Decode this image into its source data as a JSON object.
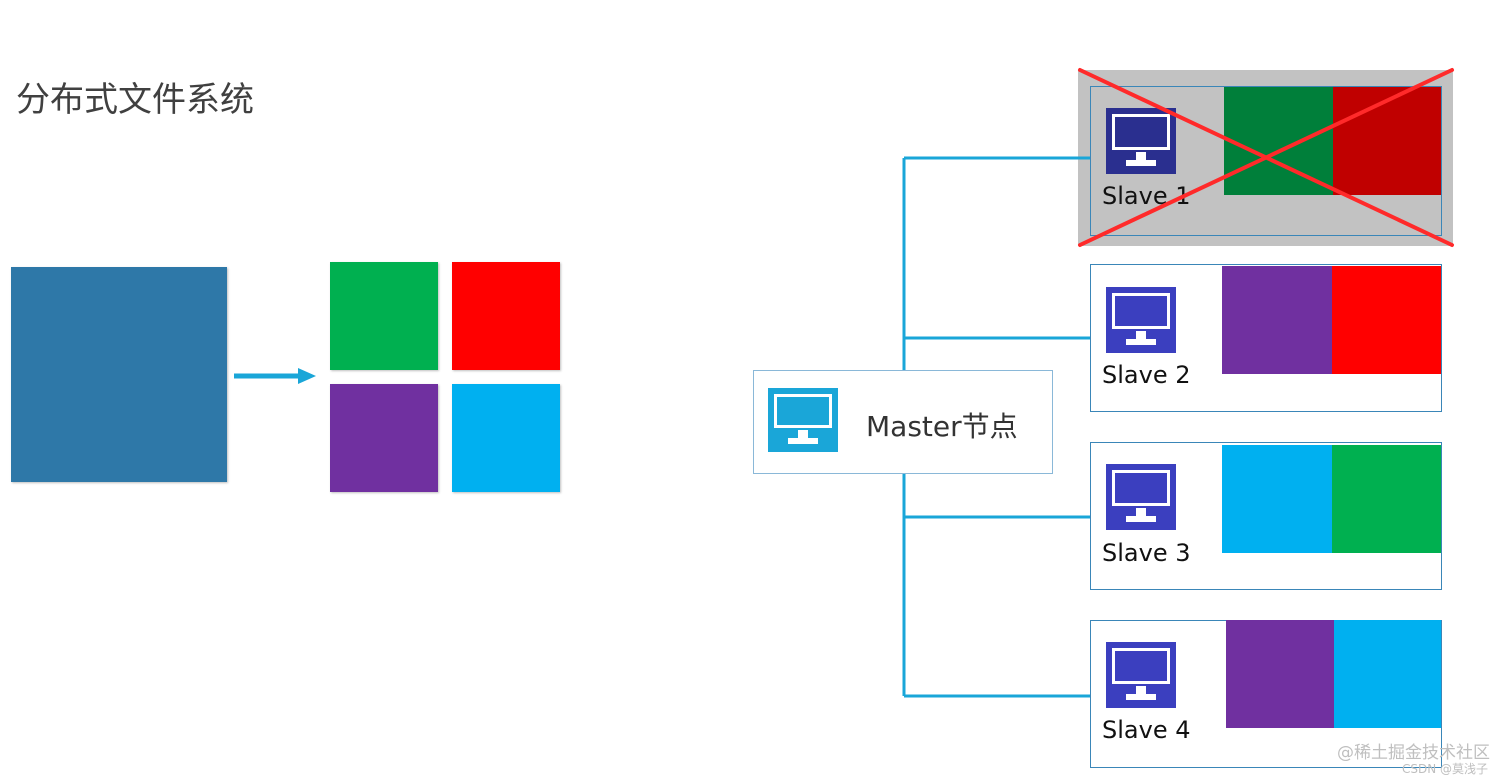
{
  "title": "分布式文件系统",
  "master": {
    "label": "Master节点"
  },
  "slaves": [
    {
      "label": "Slave 1",
      "failed": true,
      "blocks": [
        "green",
        "red"
      ]
    },
    {
      "label": "Slave 2",
      "failed": false,
      "blocks": [
        "purple",
        "red"
      ]
    },
    {
      "label": "Slave 3",
      "failed": false,
      "blocks": [
        "cyan",
        "green"
      ]
    },
    {
      "label": "Slave 4",
      "failed": false,
      "blocks": [
        "purple",
        "cyan"
      ]
    }
  ],
  "split_blocks": [
    "green",
    "red",
    "purple",
    "cyan"
  ],
  "colors": {
    "file": "#2e78a8",
    "green": "#00b050",
    "red": "#ff0000",
    "purple": "#7030a0",
    "cyan": "#00b0f0",
    "line": "#1aa6d8",
    "cross": "#ff2a2a",
    "monitor_master": "#1aa6d8",
    "monitor_slave": "#3b3fbf"
  },
  "watermark": "@稀土掘金技术社区",
  "watermark_sub": "CSDN @莫浅子"
}
